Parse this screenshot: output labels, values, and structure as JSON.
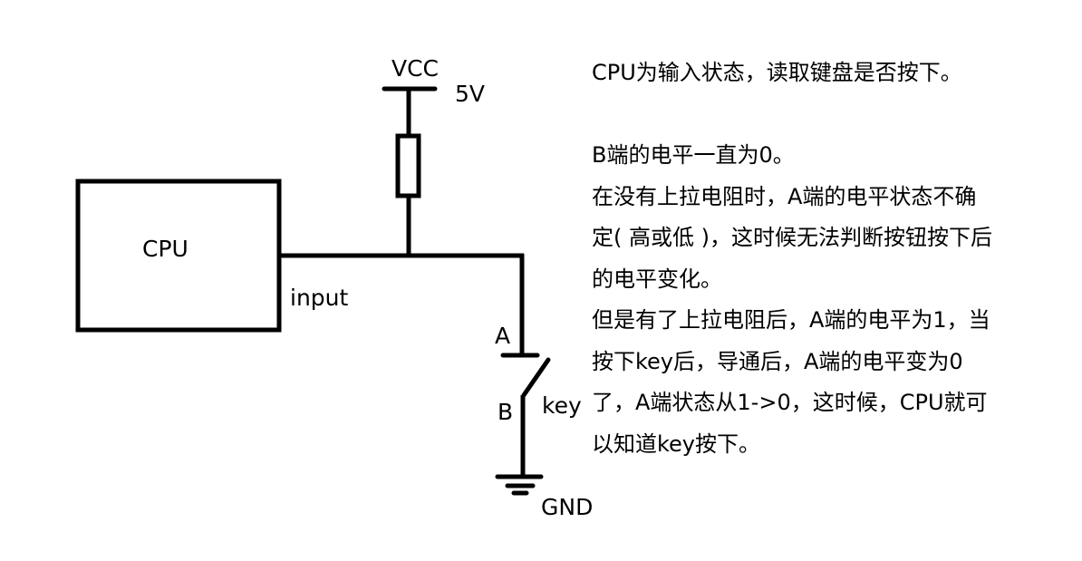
{
  "diagram": {
    "title": "Pull-up resistor key input circuit",
    "labels": {
      "vcc": "VCC",
      "voltage": "5V",
      "cpu": "CPU",
      "input": "input",
      "node_a": "A",
      "node_b": "B",
      "key": "key",
      "gnd": "GND"
    },
    "components": [
      {
        "id": "cpu",
        "type": "block",
        "label": "CPU"
      },
      {
        "id": "r_pullup",
        "type": "resistor",
        "connects": [
          "VCC",
          "input-net"
        ]
      },
      {
        "id": "key",
        "type": "switch",
        "connects": [
          "A",
          "B"
        ]
      },
      {
        "id": "gnd",
        "type": "ground"
      },
      {
        "id": "vcc",
        "type": "supply",
        "value": "5V"
      }
    ],
    "connections": [
      [
        "cpu.input",
        "input-net"
      ],
      [
        "r_pullup",
        "input-net"
      ],
      [
        "input-net",
        "A"
      ],
      [
        "B",
        "gnd"
      ]
    ],
    "colors": {
      "stroke": "#000000",
      "background": "#ffffff"
    }
  },
  "explanation": [
    "CPU为输入状态，读取键盘是否按下。",
    "",
    "B端的电平一直为0。",
    "在没有上拉电阻时，A端的电平状态不确",
    "定( 高或低 )，这时候无法判断按钮按下后",
    "的电平变化。",
    "但是有了上拉电阻后，A端的电平为1，当",
    "按下key后，导通后，A端的电平变为0",
    "了，A端状态从1->0，这时候，CPU就可",
    "以知道key按下。"
  ]
}
